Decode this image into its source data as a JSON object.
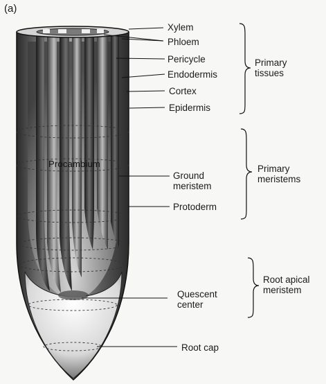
{
  "panel_label": "(a)",
  "labels": {
    "xylem": "Xylem",
    "phloem": "Phloem",
    "pericycle": "Pericycle",
    "endodermis": "Endodermis",
    "cortex": "Cortex",
    "epidermis": "Epidermis",
    "ground_meristem": "Ground\nmeristem",
    "protoderm": "Protoderm",
    "quiescent_center": "Quescent\ncenter",
    "root_cap": "Root cap",
    "procambium": "Procambium"
  },
  "groups": {
    "primary_tissues": "Primary\ntissues",
    "primary_meristems": "Primary\nmeristems",
    "root_apical_meristem": "Root apical\nmeristem"
  },
  "colors": {
    "ink": "#1a1a1a",
    "background": "#f7f7f5"
  }
}
